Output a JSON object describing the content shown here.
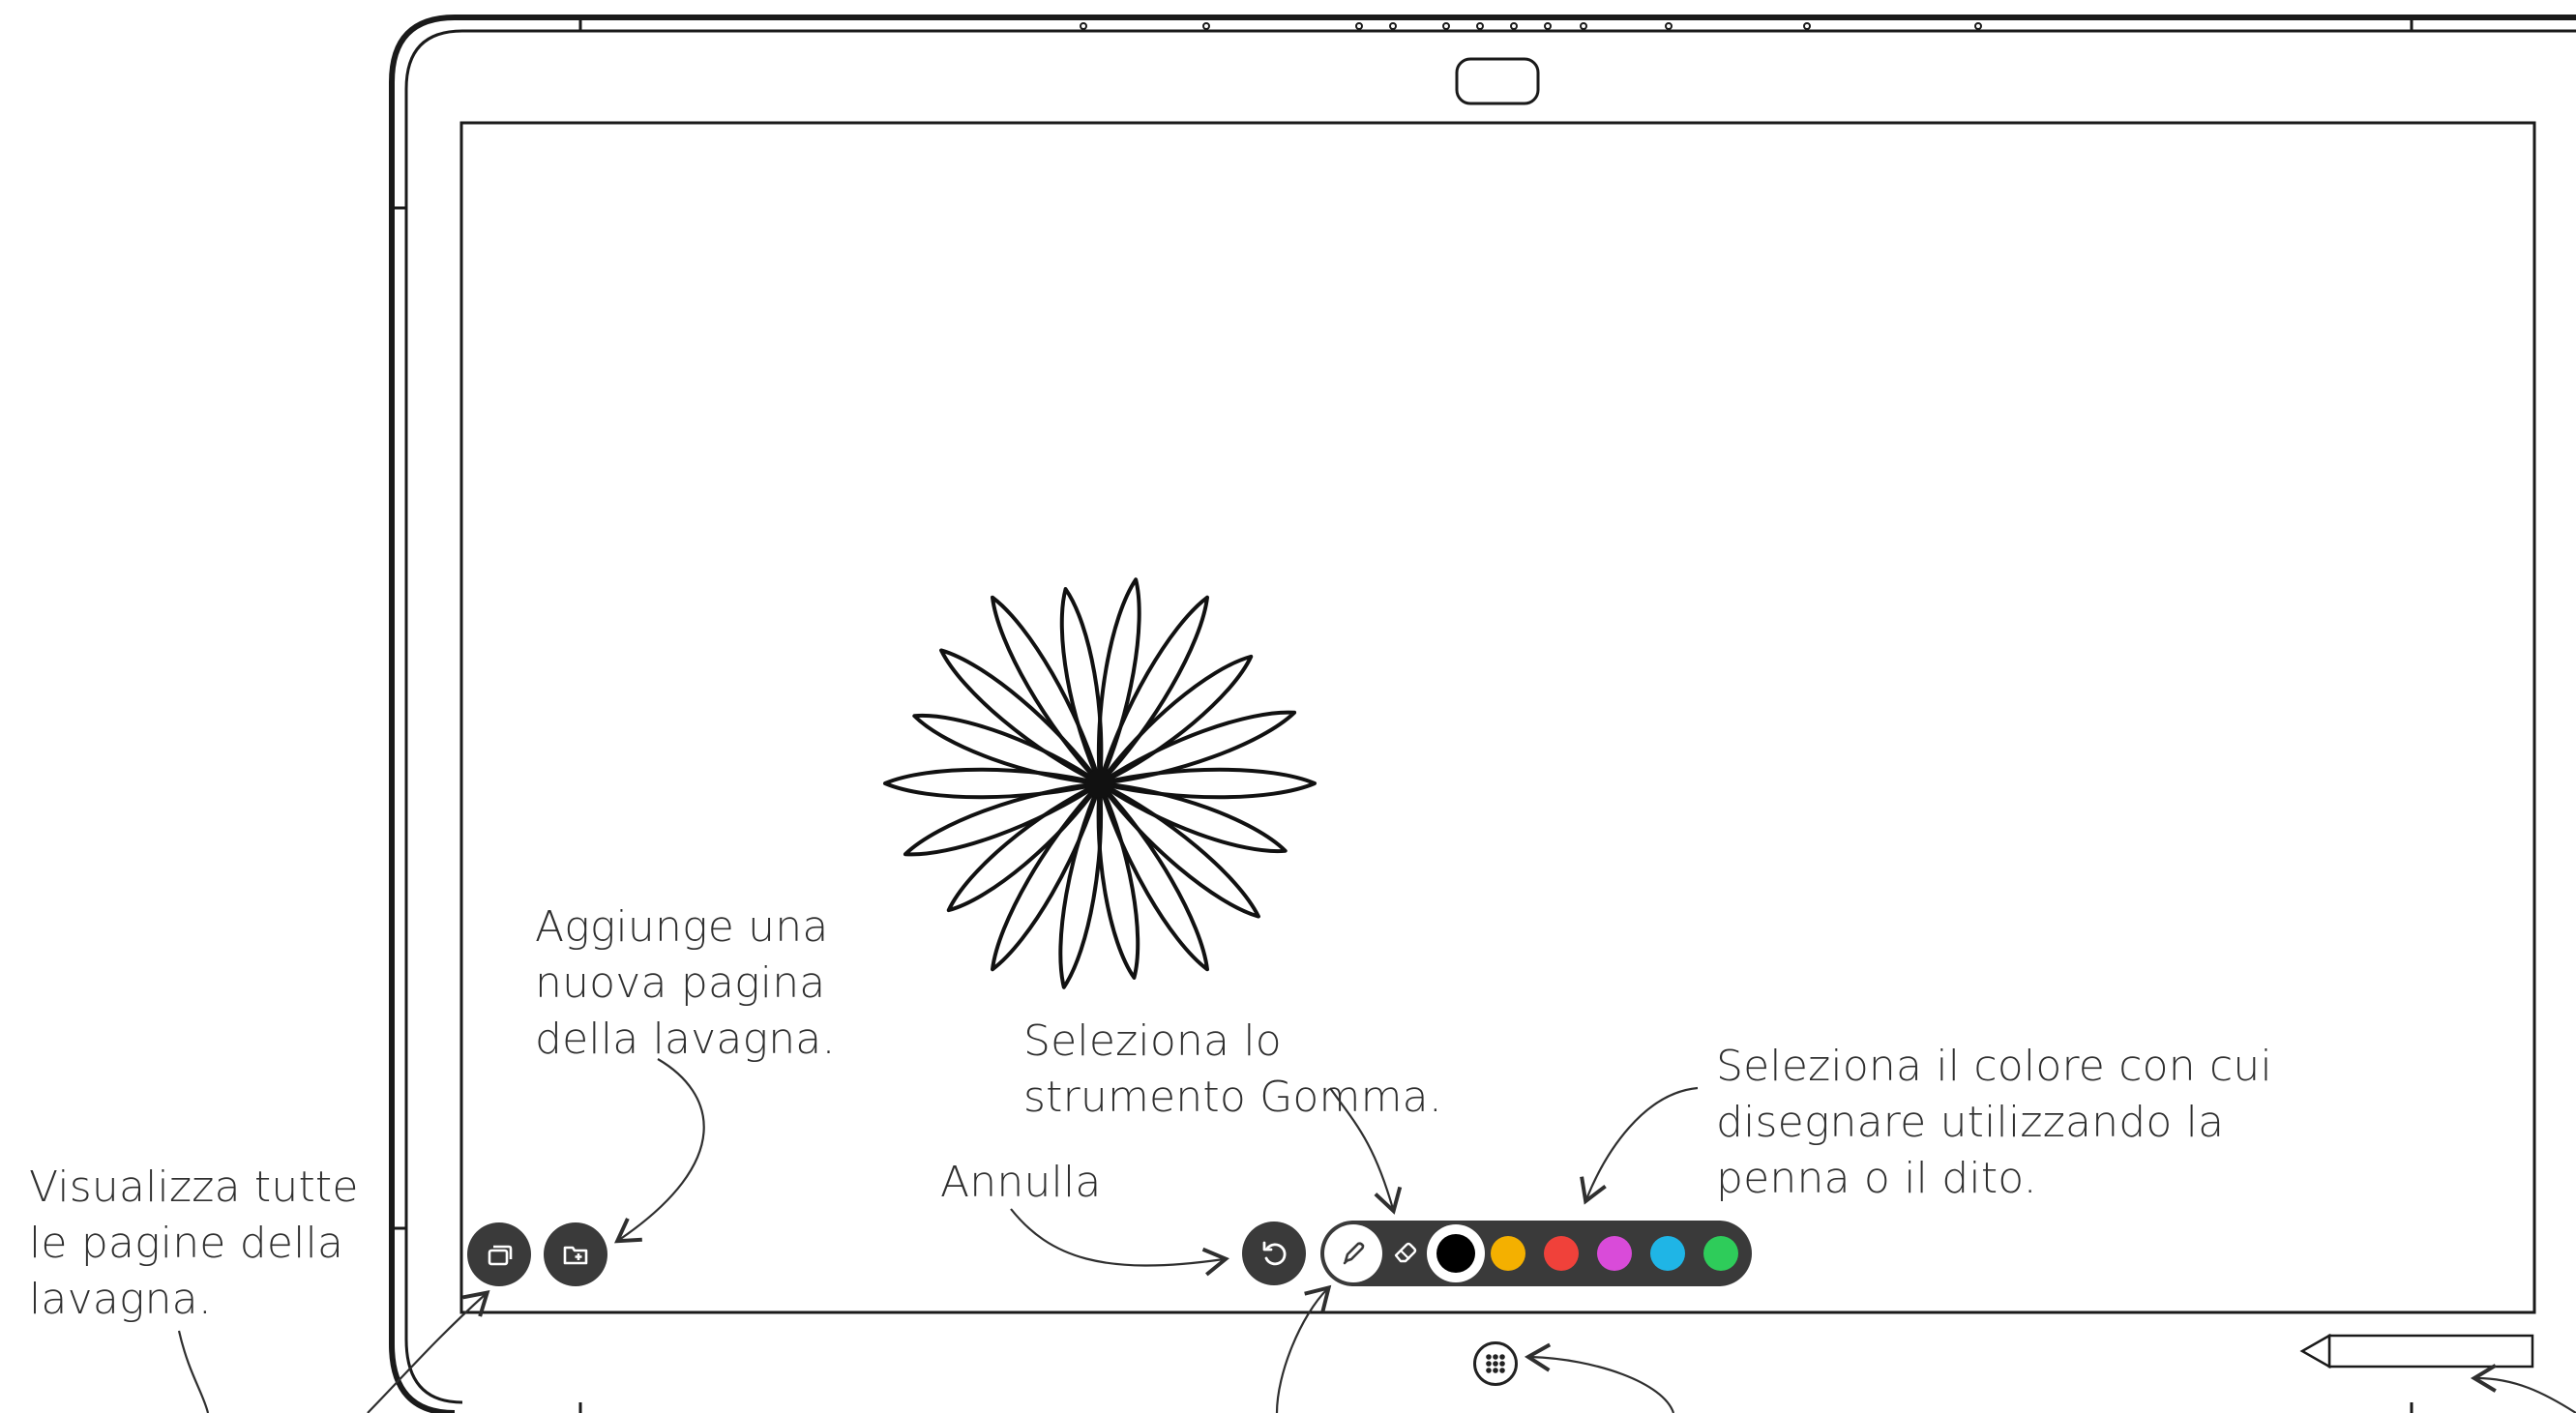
{
  "annotations": {
    "view_all_pages": [
      "Visualizza tutte",
      "le pagine della",
      "lavagna."
    ],
    "add_page": [
      "Aggiunge una",
      "nuova pagina",
      "della lavagna."
    ],
    "eraser": [
      "Seleziona lo",
      "strumento Gomma."
    ],
    "undo": "Annulla",
    "color": [
      "Seleziona il colore con cui",
      "disegnare utilizzando la",
      "penna o il dito."
    ]
  },
  "toolbar": {
    "icons": {
      "pages": "pages-icon",
      "new_page": "new-page-icon",
      "undo": "undo-icon",
      "pen": "pen-icon",
      "eraser": "eraser-icon",
      "home": "home-grid-icon",
      "stylus": "stylus-icon"
    },
    "colors": [
      "#000000",
      "#f4b000",
      "#f0413a",
      "#d94bd9",
      "#1fb5e6",
      "#2ecc5a"
    ],
    "selected_color": "#000000"
  }
}
